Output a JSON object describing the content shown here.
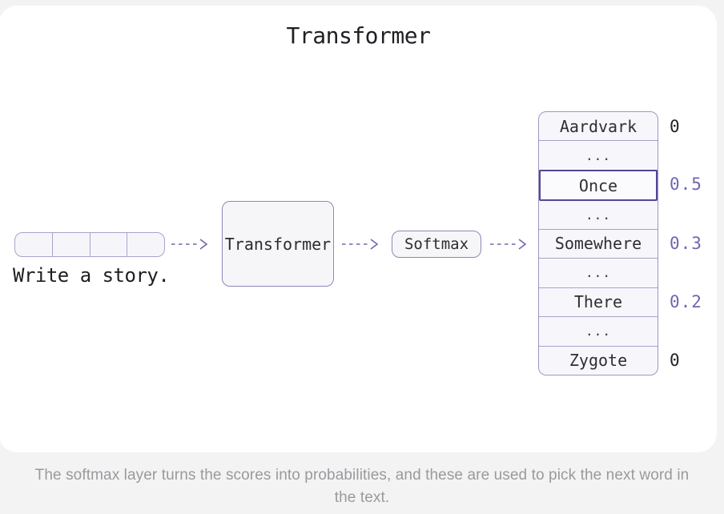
{
  "title": "Transformer",
  "prompt": "Write a story.",
  "nodes": {
    "transformer_label": "Transformer",
    "softmax_label": "Softmax"
  },
  "token_strip": {
    "cell_count": 4
  },
  "vocab_table": {
    "rows": [
      {
        "word": "Aardvark",
        "highlighted": false
      },
      {
        "word": "...",
        "highlighted": false
      },
      {
        "word": "Once",
        "highlighted": true
      },
      {
        "word": "...",
        "highlighted": false
      },
      {
        "word": "Somewhere",
        "highlighted": false
      },
      {
        "word": "...",
        "highlighted": false
      },
      {
        "word": "There",
        "highlighted": false
      },
      {
        "word": "...",
        "highlighted": false
      },
      {
        "word": "Zygote",
        "highlighted": false
      }
    ],
    "values": [
      {
        "text": "0",
        "word": "Aardvark",
        "color": "#232327"
      },
      {
        "text": "0.5",
        "word": "Once",
        "color": "#6e67b2"
      },
      {
        "text": "0.3",
        "word": "Somewhere",
        "color": "#6e67b2"
      },
      {
        "text": "0.2",
        "word": "There",
        "color": "#6e67b2"
      },
      {
        "text": "0",
        "word": "Zygote",
        "color": "#232327"
      }
    ]
  },
  "caption": {
    "line1": "The softmax layer turns the scores into probabilities, and these are used to pick the next word in",
    "line2": "the text."
  },
  "colors": {
    "card_background": "#ffffff",
    "page_background": "#f3f3f4",
    "box_fill": "#f6f6f9",
    "box_border": "#8d87b8",
    "table_border": "#9d97c4",
    "highlight_border": "#4f4896",
    "arrow": "#6e68ae",
    "probability_accent": "#6e67b2",
    "text_dark": "#1f2023",
    "caption_gray": "#9a9a9e"
  }
}
